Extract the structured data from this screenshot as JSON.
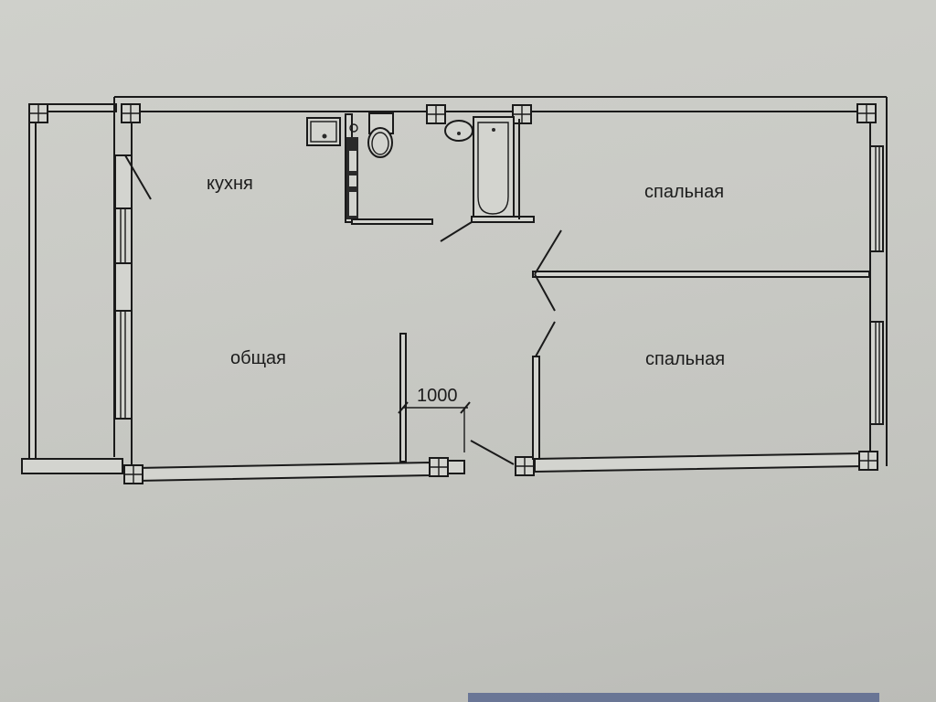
{
  "plan": {
    "type": "apartment floor plan",
    "rooms": [
      {
        "id": "kitchen",
        "label": "кухня"
      },
      {
        "id": "living",
        "label": "общая"
      },
      {
        "id": "bedroom1",
        "label": "спальная"
      },
      {
        "id": "bedroom2",
        "label": "спальная"
      }
    ],
    "dimension": {
      "value": "1000"
    },
    "fixtures": [
      "stove",
      "toilet",
      "sink",
      "bathtub",
      "kitchen-counter"
    ]
  },
  "colors": {
    "paper": "#c9cac5",
    "ink": "#1a1a1a",
    "stamp": "#4d5e8a"
  }
}
